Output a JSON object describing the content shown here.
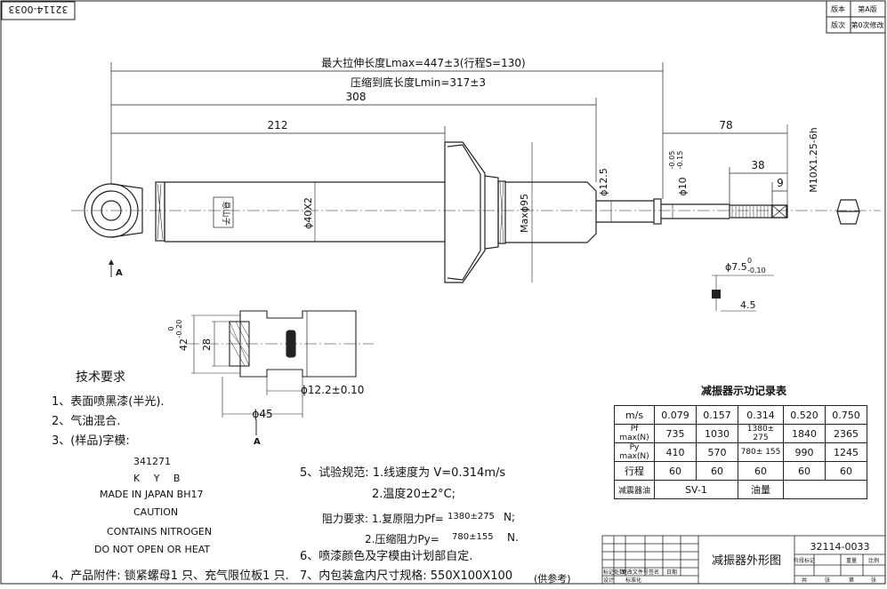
{
  "drawing": {
    "code_stamp": "32114-0033",
    "title": "减振器外形图",
    "code": "32114-0033"
  },
  "revision_box": {
    "r1c1": "版本",
    "r1c2": "第A版",
    "r2c1": "版次",
    "r2c2": "第0次修改"
  },
  "dims": {
    "lmax": "最大拉伸长度Lmax=447±3(行程S=130)",
    "lmin": "压缩到底长度Lmin=317±3",
    "d308": "308",
    "d212": "212",
    "d78": "78",
    "d38": "38",
    "d9": "9",
    "d4_5": "4.5",
    "thread": "M10X1.25-6h",
    "phi12_5": "ϕ12.5",
    "phi10": "ϕ10",
    "phi10_tol_up": "-0.05",
    "phi10_tol_low": "-0.15",
    "phi40": "ϕ40X2",
    "max95": "Maxϕ95",
    "phi7_5": "ϕ7.5",
    "phi7_5_tol_up": "0",
    "phi7_5_tol_low": "-0.10",
    "d42": "42",
    "d42_tol_up": "0",
    "d42_tol_low": "-0.20",
    "d28": "28",
    "phi12_2": "ϕ12.2±0.10",
    "phi45": "ϕ45",
    "label_a": "A",
    "body_label": "悬山子"
  },
  "tech": {
    "heading": "技术要求",
    "item1": "1、表面喷黑漆(半光).",
    "item2": "2、气油混合.",
    "item3": "3、(样品)字模:",
    "marking": [
      "341271",
      "K Y B",
      "MADE IN JAPAN    BH17",
      "CAUTION",
      "CONTAINS NITROGEN",
      "DO NOT OPEN OR HEAT"
    ],
    "item4": "4、产品附件: 锁紧螺母1 只、充气限位板1 只.",
    "item5": "5、试验规范: 1.线速度为 V=0.314m/s",
    "item5_2": "2.温度20±2°C;",
    "item5_force": "阻力要求: 1.复原阻力Pf=",
    "item5_pf": "1380±275",
    "item5_n1": "N;",
    "item5_3": "2.压缩阻力Py=",
    "item5_py": "780±155",
    "item5_n2": "N.",
    "item6": "6、喷漆颜色及字模由计划部自定.",
    "item7": "7、内包装盒内尺寸规格: 550X100X100",
    "item7_note": "(供参考)"
  },
  "record_table": {
    "title": "减振器示功记录表",
    "rows": [
      [
        "m/s",
        "0.079",
        "0.157",
        "0.314",
        "0.520",
        "0.750"
      ],
      [
        "Pf max(N)",
        "735",
        "1030",
        "1380± 275",
        "1840",
        "2365"
      ],
      [
        "Py max(N)",
        "410",
        "570",
        "780± 155",
        "990",
        "1245"
      ],
      [
        "行程",
        "60",
        "60",
        "60",
        "60",
        "60"
      ]
    ],
    "last_row": [
      "减震器油",
      "SV-1",
      "油量",
      ""
    ]
  },
  "title_block": {
    "labels": [
      "标记",
      "处数",
      "更改文件号",
      "签名",
      "日期"
    ],
    "right_labels": [
      "阶段标记",
      "重量",
      "比例"
    ],
    "bottom": [
      "共",
      "张",
      "第",
      "张"
    ],
    "left_bottom": [
      "设计",
      "标准化"
    ]
  }
}
